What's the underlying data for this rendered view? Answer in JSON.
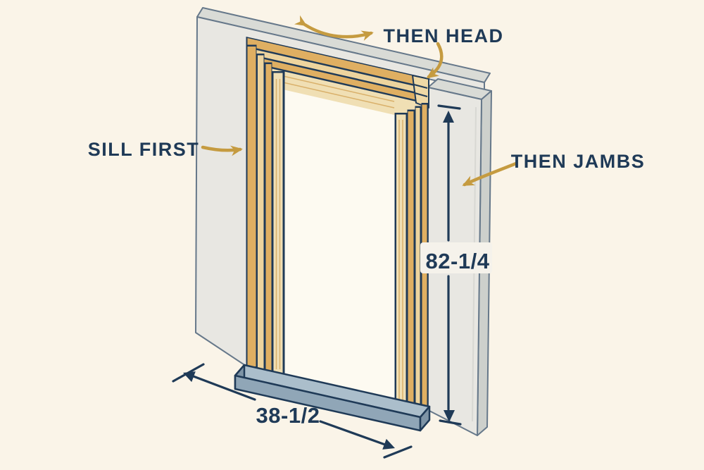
{
  "diagram": {
    "subject": "door-frame-installation-order",
    "annotations": {
      "sill": {
        "label": "SILL FIRST",
        "icon": "curved-arrow-right-icon"
      },
      "head": {
        "label": "THEN HEAD",
        "icon": "curved-double-arrow-icon"
      },
      "jambs": {
        "label": "THEN JAMBS",
        "icon": "curved-arrow-left-icon"
      }
    },
    "dimensions": {
      "height": {
        "value": "82-1/4"
      },
      "width": {
        "value": "38-1/2"
      }
    },
    "colors": {
      "background": "#FAF4E8",
      "navy": "#1F3A57",
      "gold": "#C59B40",
      "wood_tan": "#DFAF62",
      "wood_light": "#EDD49E",
      "wood_pale": "#F0DFB4",
      "wall_front": "#E8E7E2",
      "wall_top": "#D9DBD6",
      "wall_side": "#CDD0CC",
      "sill_top": "#ABBECB",
      "sill_front": "#90A6B7",
      "sill_end": "#7E94A6"
    }
  }
}
